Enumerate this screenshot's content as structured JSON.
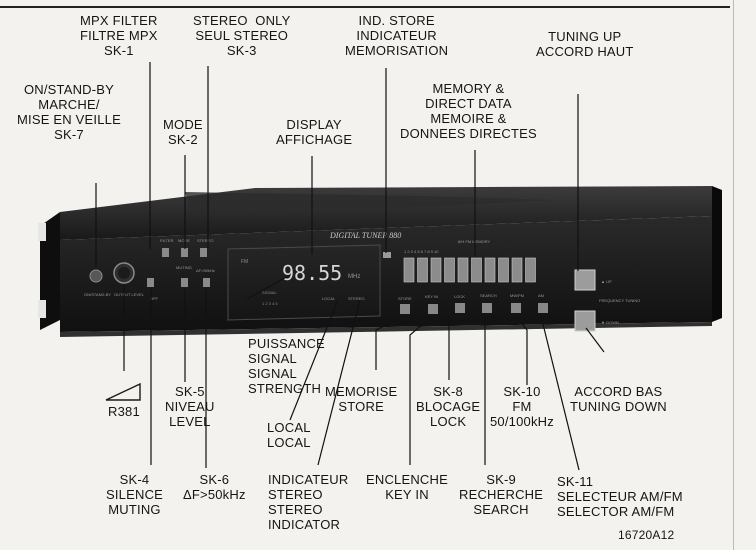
{
  "labels": {
    "mpx": "MPX FILTER\nFILTRE MPX\nSK-1",
    "stereo_only": "STEREO  ONLY\nSEUL STEREO\nSK-3",
    "ind_store": "IND. STORE\nINDICATEUR\nMEMORISATION",
    "tuning_up": "TUNING UP\nACCORD HAUT",
    "on_standby": "ON/STAND-BY\nMARCHE/\nMISE EN VEILLE\nSK-7",
    "mode": "MODE\nSK-2",
    "display": "DISPLAY\nAFFICHAGE",
    "memory": "MEMORY &\nDIRECT DATA\nMEMOIRE &\nDONNEES DIRECTES",
    "signal": "PUISSANCE\nSIGNAL\nSIGNAL\nSTRENGTH",
    "memorise": "MEMORISE\nSTORE",
    "sk8": "SK-8\nBLOCAGE\nLOCK",
    "sk10": "SK-10\nFM\n50/100kHz",
    "accord_bas": "ACCORD BAS\nTUNING DOWN",
    "r381": "R381",
    "sk5": "SK-5\nNIVEAU\nLEVEL",
    "local": "LOCAL\nLOCAL",
    "sk4": "SK-4\nSILENCE\nMUTING",
    "sk6": "SK-6\nΔF>50kHz",
    "stereo_ind": "INDICATEUR\nSTEREO\nSTEREO\nINDICATOR",
    "key_in": "ENCLENCHE\nKEY IN",
    "sk9": "SK-9\nRECHERCHE\nSEARCH",
    "sk11": "SK-11\nSELECTEUR AM/FM\nSELECTOR AM/FM",
    "ref": "16720A12"
  },
  "device": {
    "brand": "DIGITAL TUNER 880",
    "frequency": "98.55",
    "freq_unit": "MHz",
    "fm": "FM",
    "signal_label": "SIGNAL",
    "signal_steps": "1   2   3   4   5",
    "local_text": "LOCAL",
    "stereo_text": "STEREO",
    "memory_header": "8/H  FM  MEMORY",
    "memory_numbers": "1  2  3  4  5  6  7  8  9  10",
    "store_label": "STORE",
    "keyin_label": "KEY IN",
    "lock_label": "LOCK",
    "search_label": "SEARCH",
    "mw_label": "MW/FM",
    "am_label": "AM",
    "up_label": "▲ UP",
    "down_label": "▼ DOWN",
    "freq_label": "FREQUENCY\nTUNING",
    "onstandby_label": "ON/STAND-BY",
    "outlevel_label": "OUTPUT LEVEL",
    "filter_label": "FILTER",
    "mode_label": "MODE",
    "stereo_btn_label": "STEREO",
    "muting_label": "MUTING",
    "off_label": "OFF",
    "ifbw_label": "ΔF>50kHz"
  }
}
